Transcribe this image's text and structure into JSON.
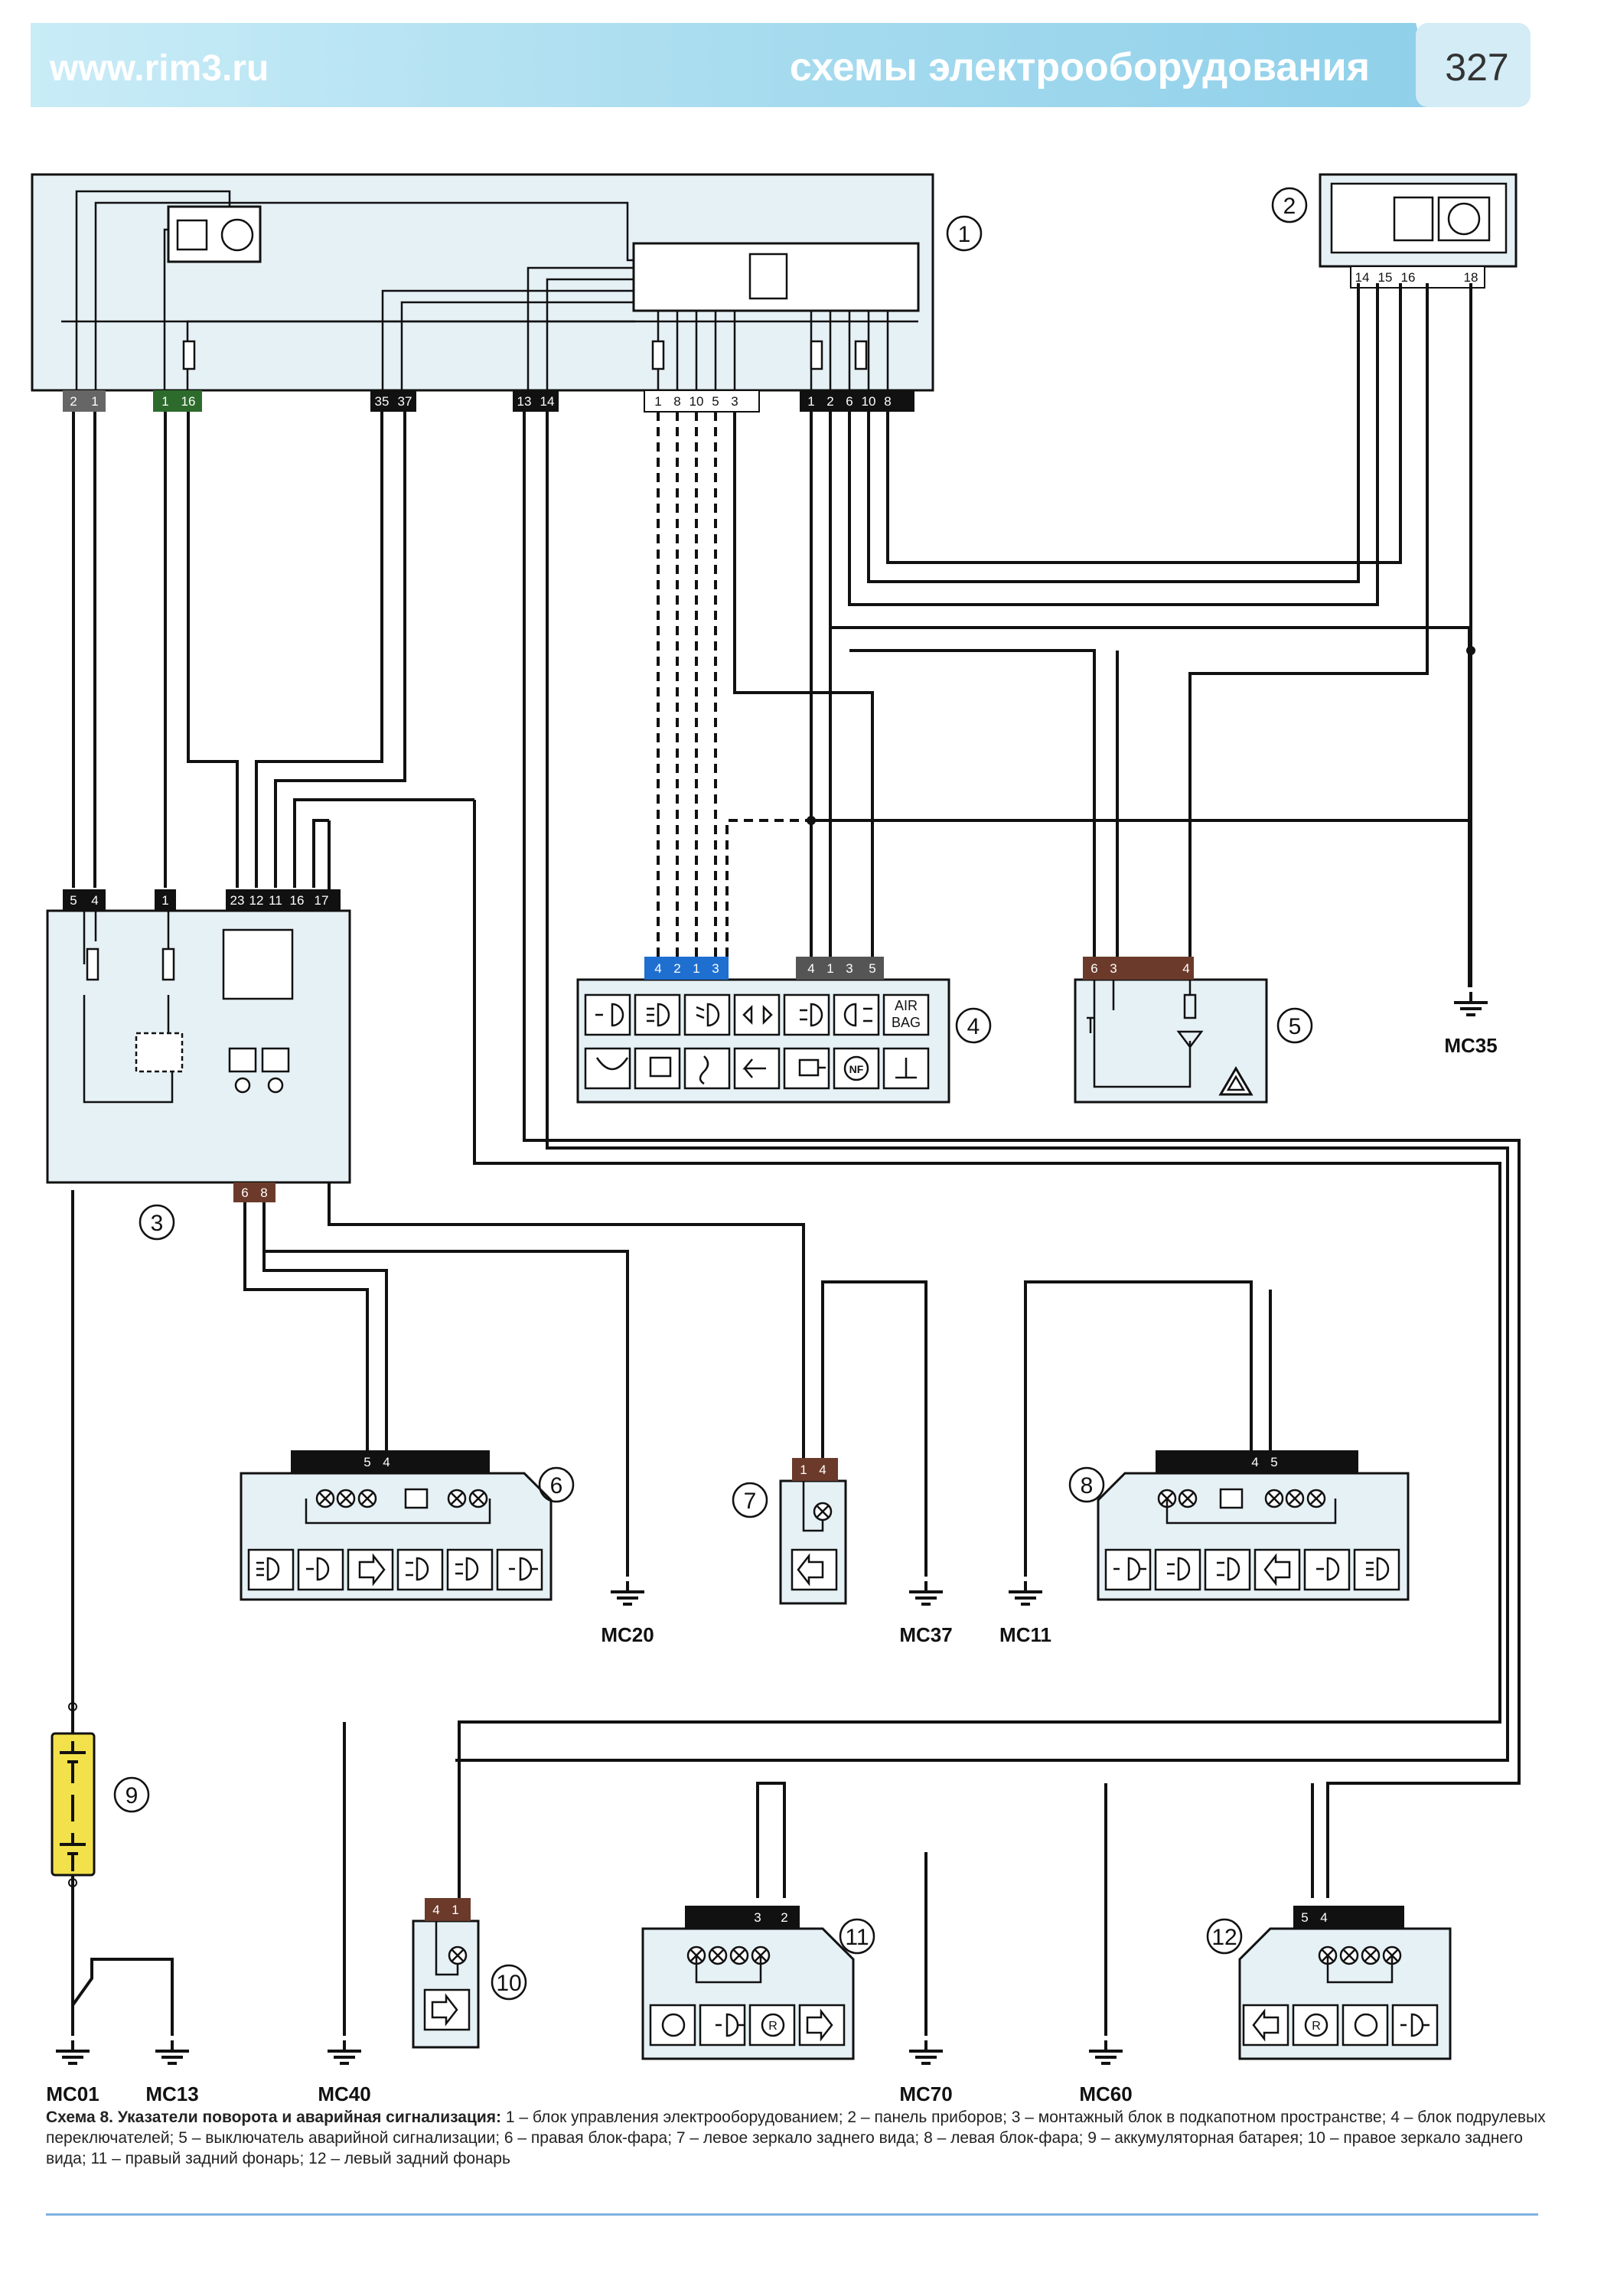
{
  "header": {
    "site": "www.rim3.ru",
    "section": "схемы электрооборудования",
    "page_number": "327"
  },
  "components": {
    "c1": "1",
    "c2": "2",
    "c3": "3",
    "c4": "4",
    "c5": "5",
    "c6": "6",
    "c7": "7",
    "c8": "8",
    "c9": "9",
    "c10": "10",
    "c11": "11",
    "c12": "12"
  },
  "pins": {
    "b1_left": [
      "2",
      "1"
    ],
    "b1_green": [
      "1",
      "16"
    ],
    "b1_a": [
      "35",
      "37"
    ],
    "b1_b": [
      "13",
      "14"
    ],
    "b1_white": [
      "1",
      "8",
      "10",
      "5",
      "3"
    ],
    "b1_right": [
      "1",
      "2",
      "6",
      "10",
      "8"
    ],
    "b2": [
      "14",
      "15",
      "16",
      "",
      "18"
    ],
    "b3_a": [
      "5",
      "4"
    ],
    "b3_b": [
      "1"
    ],
    "b3_c": [
      "23",
      "12",
      "11",
      "16",
      "17"
    ],
    "b3_bottom": [
      "6",
      "8"
    ],
    "b4_blue": [
      "4",
      "2",
      "1",
      "3"
    ],
    "b4_gray": [
      "4",
      "1",
      "3",
      "5"
    ],
    "b5": [
      "6",
      "3",
      "",
      "4"
    ],
    "b6": [
      "5",
      "4"
    ],
    "b7": [
      "1",
      "4"
    ],
    "b8": [
      "4",
      "5"
    ],
    "b10": [
      "4",
      "1"
    ],
    "b11": [
      "3",
      "2"
    ],
    "b12": [
      "5",
      "4"
    ]
  },
  "labels": {
    "airbag_line1": "AIR",
    "airbag_line2": "BAG",
    "nf": "NF"
  },
  "grounds": {
    "mc35": "МС35",
    "mc20": "МС20",
    "mc37": "МС37",
    "mc11": "МС11",
    "mc01": "МС01",
    "mc13": "МС13",
    "mc40": "МС40",
    "mc70": "МС70",
    "mc60": "МС60"
  },
  "caption": {
    "title": "Схема 8. Указатели поворота и аварийная сигнализация:",
    "text": " 1 – блок управления электрооборудованием; 2 – панель приборов; 3 – монтажный блок в подкапотном пространстве; 4 – блок подрулевых переключателей; 5 – выключатель аварийной сигнализации; 6 – правая блок-фара; 7 – левое зеркало заднего вида; 8 – левая блок-фара; 9 – аккумуляторная батарея; 10 – правое зеркало заднего вида; 11 – правый задний фонарь; 12 – левый задний фонарь"
  },
  "colors": {
    "banner": "#a8dcef",
    "box_fill": "#e6f1f6",
    "wire": "#111111",
    "battery": "#f2e14a",
    "blue_pin": "#1f6fd0",
    "brown_pin": "#6b3a2a",
    "green_pin": "#2d6b2d",
    "gray_pin": "#555555"
  }
}
